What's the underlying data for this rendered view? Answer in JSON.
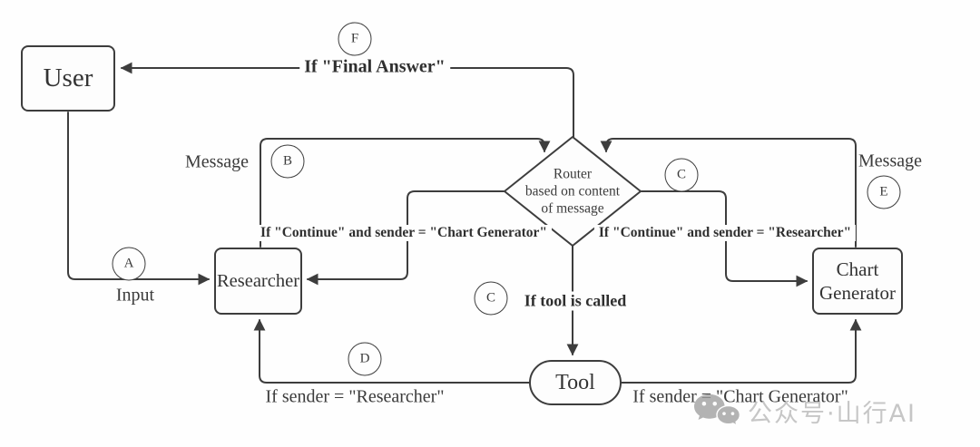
{
  "diagram": {
    "nodes": {
      "user": {
        "label": "User"
      },
      "researcher": {
        "label": "Researcher"
      },
      "chart_generator": {
        "label": "Chart Generator"
      },
      "router": {
        "line1": "Router",
        "line2": "based on content",
        "line3": "of message"
      },
      "tool": {
        "label": "Tool"
      }
    },
    "markers": {
      "a": "A",
      "b": "B",
      "c_chart": "C",
      "c_tool": "C",
      "d": "D",
      "e": "E",
      "f": "F"
    },
    "edge_labels": {
      "final_answer": "If \"Final Answer\"",
      "message_left": "Message",
      "message_right": "Message",
      "input": "Input",
      "continue_chart_generator": "If \"Continue\" and sender = \"Chart Generator\"",
      "continue_researcher": "If \"Continue\" and sender = \"Researcher\"",
      "tool_called": "If tool is called",
      "sender_researcher": "If sender = \"Researcher\"",
      "sender_chart_generator": "If sender = \"Chart Generator\""
    },
    "edges": [
      {
        "marker": "A",
        "from": "User",
        "to": "Researcher",
        "label": "Input"
      },
      {
        "marker": "B",
        "from": "Researcher",
        "to": "Router",
        "label": "Message"
      },
      {
        "marker": "",
        "from": "Router",
        "to": "Researcher",
        "label": "If \"Continue\" and sender = \"Chart Generator\""
      },
      {
        "marker": "C",
        "from": "Router",
        "to": "Chart Generator",
        "label": "If \"Continue\" and sender = \"Researcher\""
      },
      {
        "marker": "C",
        "from": "Router",
        "to": "Tool",
        "label": "If tool is called"
      },
      {
        "marker": "D",
        "from": "Tool",
        "to": "Researcher",
        "label": "If sender = \"Researcher\""
      },
      {
        "marker": "E",
        "from": "Chart Generator",
        "to": "Router",
        "label": "Message"
      },
      {
        "marker": "F",
        "from": "Router",
        "to": "User",
        "label": "If \"Final Answer\""
      }
    ],
    "colors": {
      "stroke": "#3d3d3d",
      "text": "#3b3b3b",
      "background": "#fefefe",
      "watermark_text": "#c6c6c6",
      "watermark_icon": "#9e9e9e"
    }
  },
  "watermark": {
    "icon": "wechat-icon",
    "text": "公众号·山行AI"
  }
}
